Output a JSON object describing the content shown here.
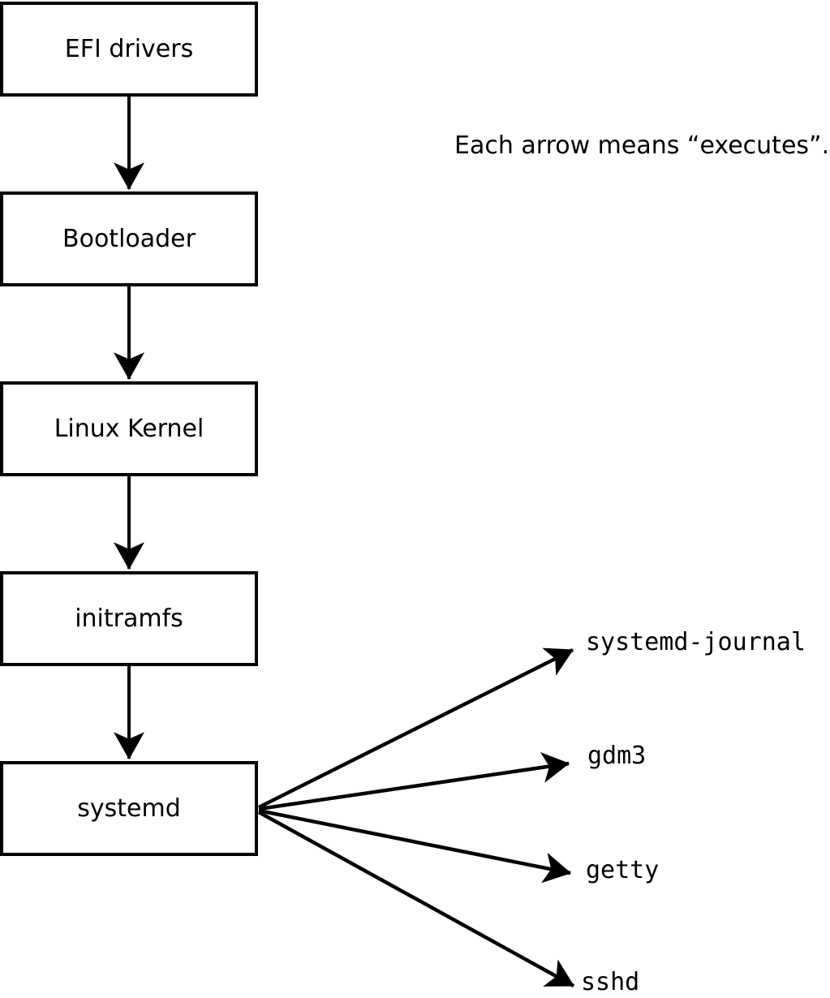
{
  "annotation": "Each arrow means “executes”.",
  "edge_meaning": "executes",
  "boot_chain": [
    {
      "label": "EFI drivers"
    },
    {
      "label": "Bootloader"
    },
    {
      "label": "Linux Kernel"
    },
    {
      "label": "initramfs"
    },
    {
      "label": "systemd"
    }
  ],
  "spawned_processes": [
    {
      "label": "systemd-journal"
    },
    {
      "label": "gdm3"
    },
    {
      "label": "getty"
    },
    {
      "label": "sshd"
    }
  ],
  "colors": {
    "background": "#ffffff",
    "box_fill": "#ffffff",
    "box_border": "#000000",
    "arrow": "#000000",
    "text": "#000000"
  }
}
